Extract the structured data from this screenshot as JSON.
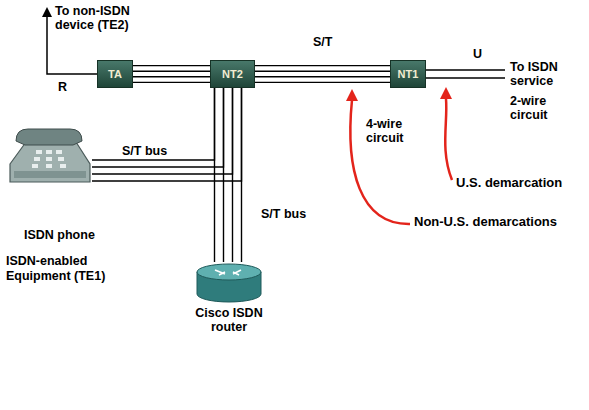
{
  "diagram": {
    "nodes": [
      {
        "text": [
          "TA"
        ]
      },
      {
        "text": [
          "NT2"
        ]
      },
      {
        "text": [
          "NT1"
        ]
      },
      {
        "text": [
          "ISDN phone",
          "ISDN-enabled Equipment (TE1)"
        ]
      },
      {
        "text": [
          "Cisco ISDN router"
        ]
      }
    ],
    "edges": [
      {
        "from": 0,
        "to": 1,
        "arrow": "none"
      },
      {
        "from": 1,
        "to": 2,
        "label": "S/T",
        "arrow": "none"
      },
      {
        "from": 1,
        "to": 3,
        "label": "S/T bus",
        "arrow": "none"
      },
      {
        "from": 1,
        "to": 4,
        "label": "S/T bus",
        "arrow": "none"
      }
    ],
    "labels": [
      "To non-ISDN device (TE2)",
      "R",
      "U",
      "To ISDN service",
      "2-wire circuit",
      "4-wire circuit",
      "U.S. demarcation",
      "Non-U.S. demarcations"
    ]
  }
}
